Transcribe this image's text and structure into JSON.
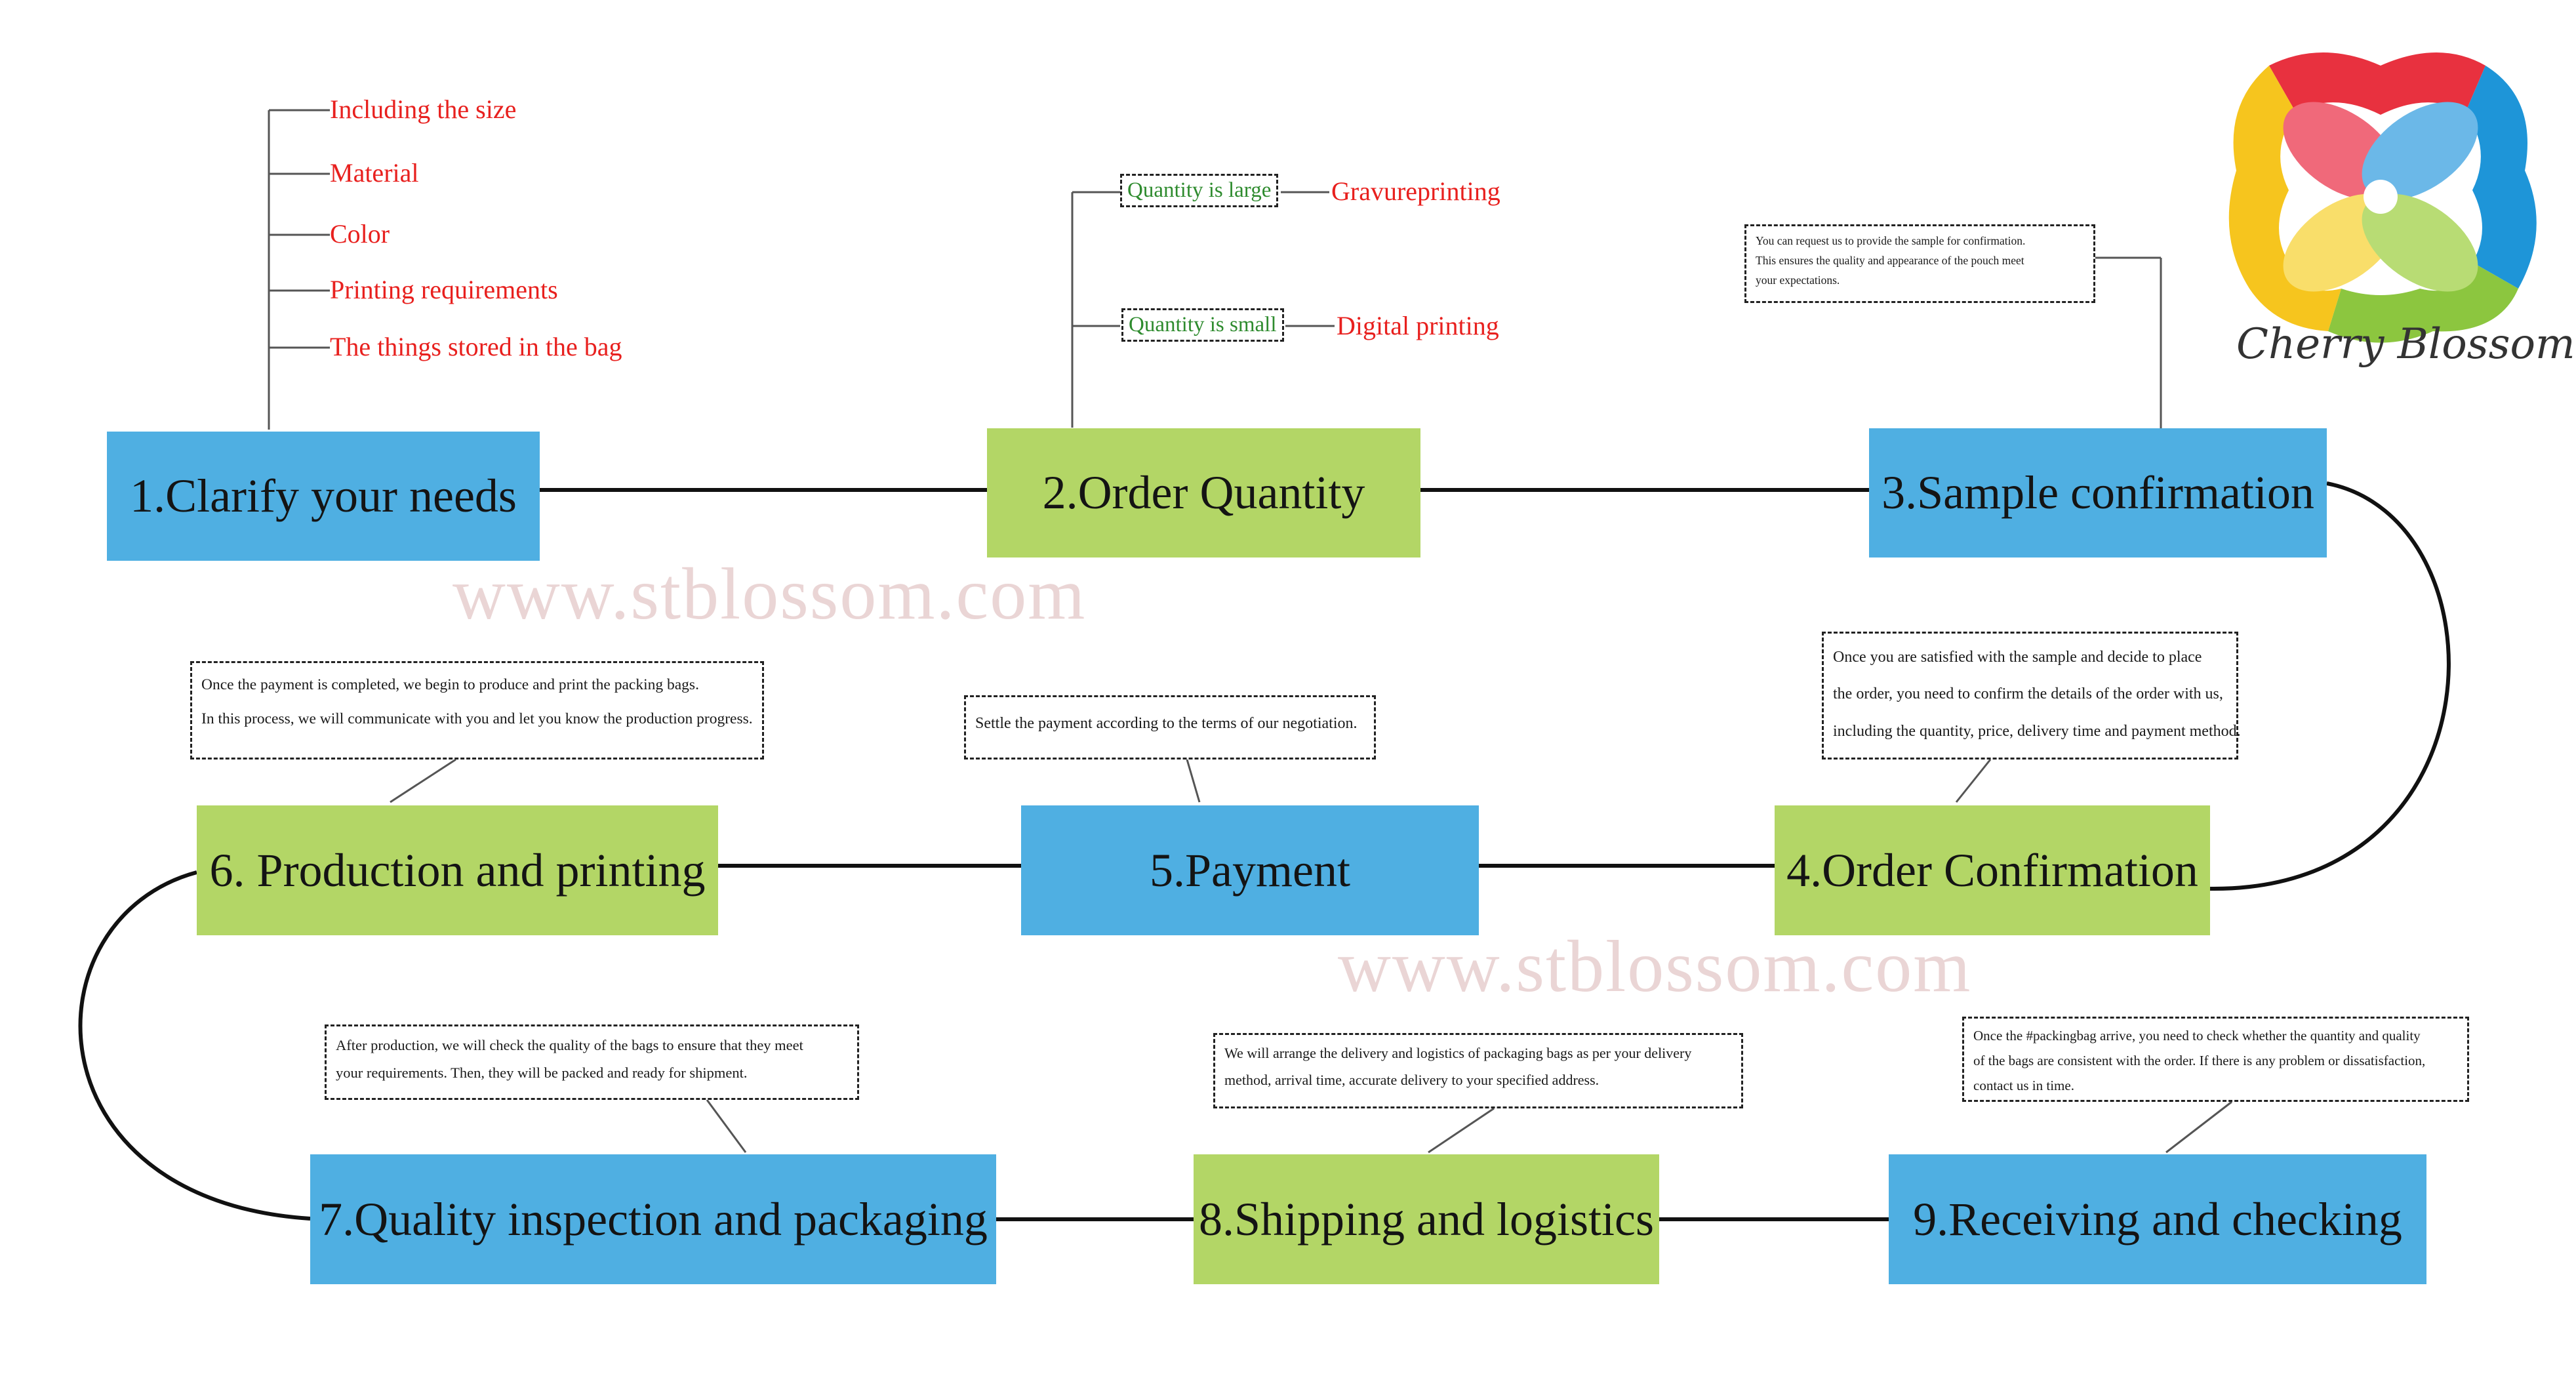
{
  "brand": {
    "name": "Cherry Blossom",
    "reg_mark": "®"
  },
  "watermark": "www.stblossom.com",
  "colors": {
    "blue": "#4FAFE2",
    "green": "#B3D666",
    "red_text": "#E8201E",
    "green_text": "#2E8B2E"
  },
  "steps": [
    {
      "label": "1.Clarify your needs"
    },
    {
      "label": "2.Order Quantity"
    },
    {
      "label": "3.Sample confirmation"
    },
    {
      "label": "4.Order Confirmation"
    },
    {
      "label": "5.Payment"
    },
    {
      "label": "6. Production and printing"
    },
    {
      "label": "7.Quality inspection and packaging"
    },
    {
      "label": "8.Shipping and logistics"
    },
    {
      "label": "9.Receiving and checking"
    }
  ],
  "needs": [
    "Including the size",
    "Material",
    "Color",
    "Printing requirements",
    "The things stored in the bag"
  ],
  "quantity": {
    "large": {
      "label": "Quantity is large",
      "method": "Gravureprinting"
    },
    "small": {
      "label": "Quantity is small",
      "method": "Digital printing"
    }
  },
  "notes": {
    "sample": [
      "You can request us to provide the sample for confirmation.",
      "This ensures the quality and appearance of the pouch meet",
      "your expectations."
    ],
    "order": [
      "Once you are satisfied with the sample and decide to place",
      "the order, you need to confirm the details of the order with us,",
      "including the quantity, price, delivery time and payment method."
    ],
    "payment": [
      "Settle the payment according to the terms of our negotiation."
    ],
    "production": [
      "Once the payment is completed, we begin to produce and print the packing bags.",
      "In this process, we will communicate with you and let you know the production progress."
    ],
    "quality": [
      "After production, we will check the quality of the  bags to ensure that they meet",
      "your requirements. Then, they will be packed and ready for shipment."
    ],
    "shipping": [
      "We will arrange the delivery and logistics of packaging bags as per your delivery",
      "method, arrival time, accurate delivery to your specified address."
    ],
    "receiving": [
      "Once the #packingbag arrive, you need to check whether the quantity and quality",
      "of the bags are consistent with the order. If there is any problem or dissatisfaction,",
      "contact us in time."
    ]
  }
}
